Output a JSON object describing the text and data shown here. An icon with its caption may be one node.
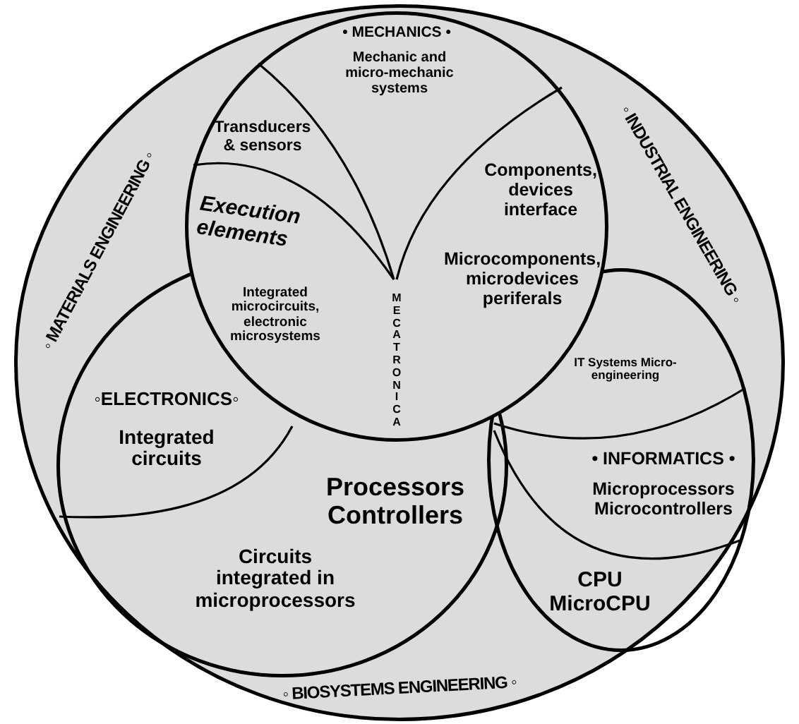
{
  "diagram": {
    "nodes": [
      {
        "text": [
          "◦ MATERIALS ENGINEERING ◦",
          "◦ INDUSTRIAL ENGINEERING ◦",
          "◦ BIOSYSTEMS ENGINEERING ◦"
        ]
      },
      {
        "text": [
          "• MECHANICS •",
          "Mechanic and micro-mechanic systems"
        ],
        "in": 0
      },
      {
        "text": [
          "◦ELECTRONICS◦",
          "Integrated circuits"
        ],
        "in": 0
      },
      {
        "text": [
          "• INFORMATICS •",
          "Microprocessors Microcontrollers"
        ],
        "in": 0
      }
    ],
    "edges": [],
    "labels": [
      "Transducers & sensors",
      "Components, devices interface",
      "Execution elements",
      "Microcomponents, microdevices periferals",
      "Integrated microcircuits, electronic microsystems",
      "MECATRONICA",
      "IT Systems Micro-engineering",
      "Processors Controllers",
      "Circuits integrated in microprocessors",
      "CPU MicroCPU"
    ]
  }
}
